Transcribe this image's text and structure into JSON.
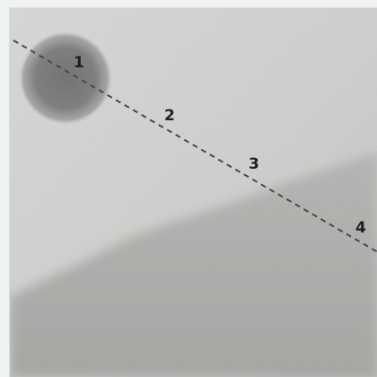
{
  "image": {
    "description_colors": {
      "frame": "#eef2f0",
      "surface_light": "#d6d6d4",
      "surface_dark": "#a9a9a7",
      "spot": "#7d7d7b",
      "line": "#4a4a48"
    },
    "markers": [
      {
        "label": "1"
      },
      {
        "label": "2"
      },
      {
        "label": "3"
      },
      {
        "label": "4"
      }
    ]
  }
}
